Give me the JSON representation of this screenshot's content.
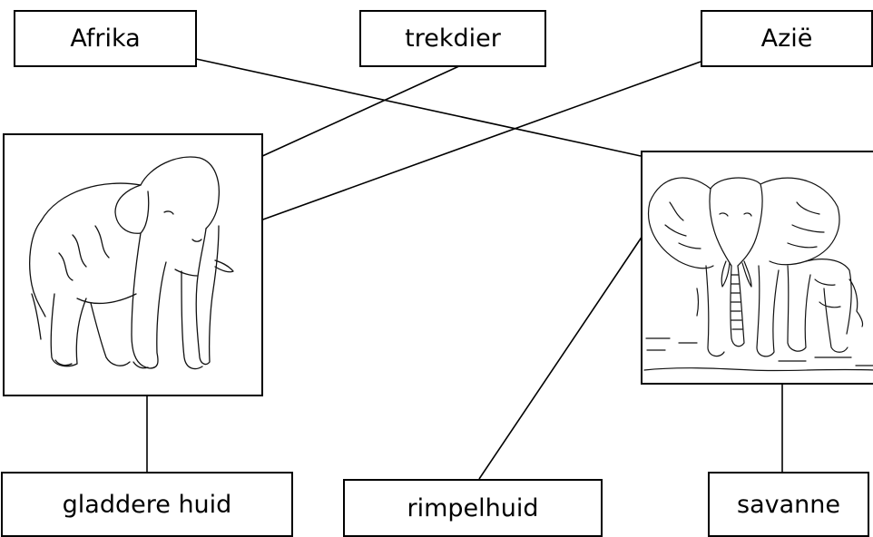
{
  "labels": {
    "afrika": "Afrika",
    "trekdier": "trekdier",
    "azie": "Azië",
    "gladdere_huid": "gladdere huid",
    "rimpelhuid": "rimpelhuid",
    "savanne": "savanne"
  },
  "pictures": {
    "left": "asian-elephant",
    "right": "african-elephant"
  },
  "colors": {
    "line": "#000000",
    "background": "#ffffff"
  }
}
